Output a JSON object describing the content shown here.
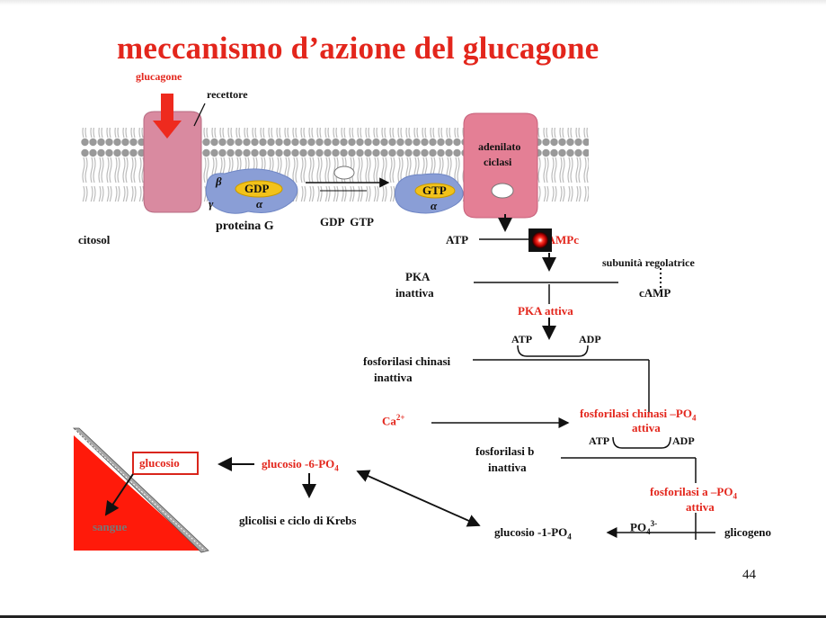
{
  "slide": {
    "title": "meccanismo d’azione del glucagone",
    "page_number": "44"
  },
  "membrane": {
    "glucagone": "glucagone",
    "recettore": "recettore",
    "beta": "β",
    "gamma": "γ",
    "gdp_badge": "GDP",
    "alpha_left": "α",
    "gtp_badge": "GTP",
    "alpha_right": "α",
    "adenilato_line1": "adenilato",
    "adenilato_line2": "ciclasi",
    "proteina_g": "proteina G",
    "gdp_gtp": "GDP  GTP",
    "citosol": "citosol"
  },
  "pathway": {
    "atp_top": "ATP",
    "campc": "AMPc",
    "subunita": "subunità regolatrice",
    "pka_inattiva_1": "PKA",
    "pka_inattiva_2": "inattiva",
    "camp": "cAMP",
    "pka_attiva": "PKA attiva",
    "atp_2": "ATP",
    "adp_2": "ADP",
    "fosforilasi_chinasi_1": "fosforilasi chinasi",
    "fosforilasi_chinasi_2": "inattiva",
    "ca": "Ca",
    "ca_sup": "2+",
    "fc_po4_1": "fosforilasi chinasi –PO",
    "fc_po4_sub": "4",
    "fc_po4_2": "attiva",
    "atp_3": "ATP",
    "adp_3": "ADP",
    "fosforilasi_b_1": "fosforilasi b",
    "fosforilasi_b_2": "inattiva",
    "fa_po4_1": "fosforilasi a –PO",
    "fa_po4_sub": "4",
    "fa_po4_2": "attiva",
    "po4": "PO",
    "po4_sub": "4",
    "po4_sup": "3-",
    "glicogeno": "glicogeno",
    "glucosio_1": "glucosio -1-PO",
    "glucosio_1_sub": "4",
    "glucosio_6": "glucosio -6-PO",
    "glucosio_6_sub": "4",
    "glicolisi": "glicolisi e ciclo di Krebs",
    "glucosio": "glucosio",
    "sangue": "sangue"
  },
  "colors": {
    "title_red": "#e3261c",
    "receptor_pink": "#d98aa0",
    "gprotein_blue": "#8a9ed6",
    "badge_yellow": "#f2c21a",
    "blood_red": "#ff1a0a"
  }
}
